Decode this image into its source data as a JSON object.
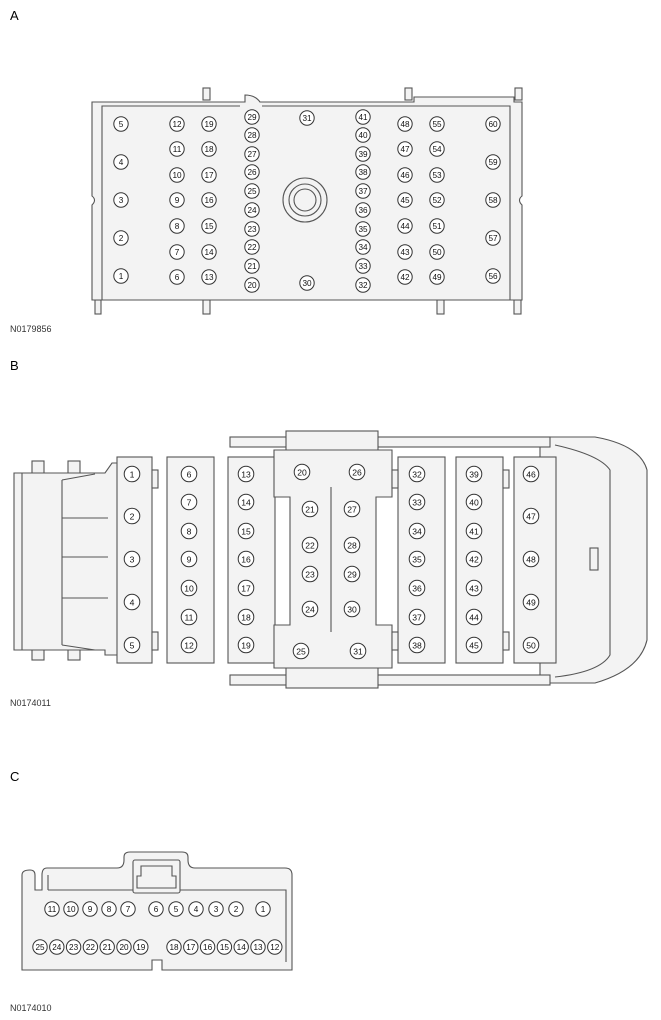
{
  "sections": {
    "a": {
      "label": "A",
      "ref": "N0179856"
    },
    "b": {
      "label": "B",
      "ref": "N0174011"
    },
    "c": {
      "label": "C",
      "ref": "N0174010"
    }
  },
  "colors": {
    "outline": "#555555",
    "body_fill": "#f3f3f3",
    "pin_fill": "#ffffff",
    "pin_text": "#111111"
  }
}
